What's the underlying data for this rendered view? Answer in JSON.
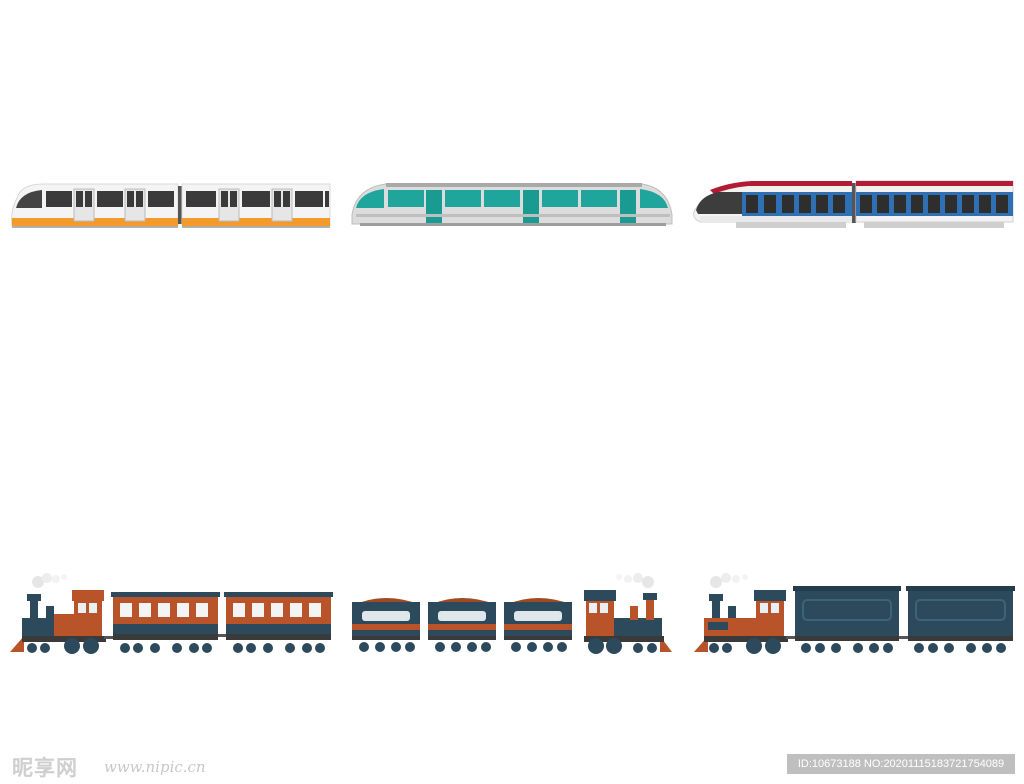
{
  "watermark": {
    "logo_text": "昵享网",
    "url_text": "www.nipic.cn",
    "id_text": "ID:10673188 NO:20201115183721754089"
  },
  "colors": {
    "metro_orange": "#f39a2b",
    "metro_teal": "#1fa59b",
    "bullet_red": "#b31b34",
    "bullet_blue": "#2f6fb3",
    "steam_rust": "#b8532a",
    "steam_navy": "#2c4a5c"
  },
  "trains": [
    {
      "name": "orange-metro-train"
    },
    {
      "name": "teal-monorail-train"
    },
    {
      "name": "red-blue-bullet-train"
    },
    {
      "name": "steam-passenger-train"
    },
    {
      "name": "steam-coal-train"
    },
    {
      "name": "steam-freight-train"
    }
  ]
}
